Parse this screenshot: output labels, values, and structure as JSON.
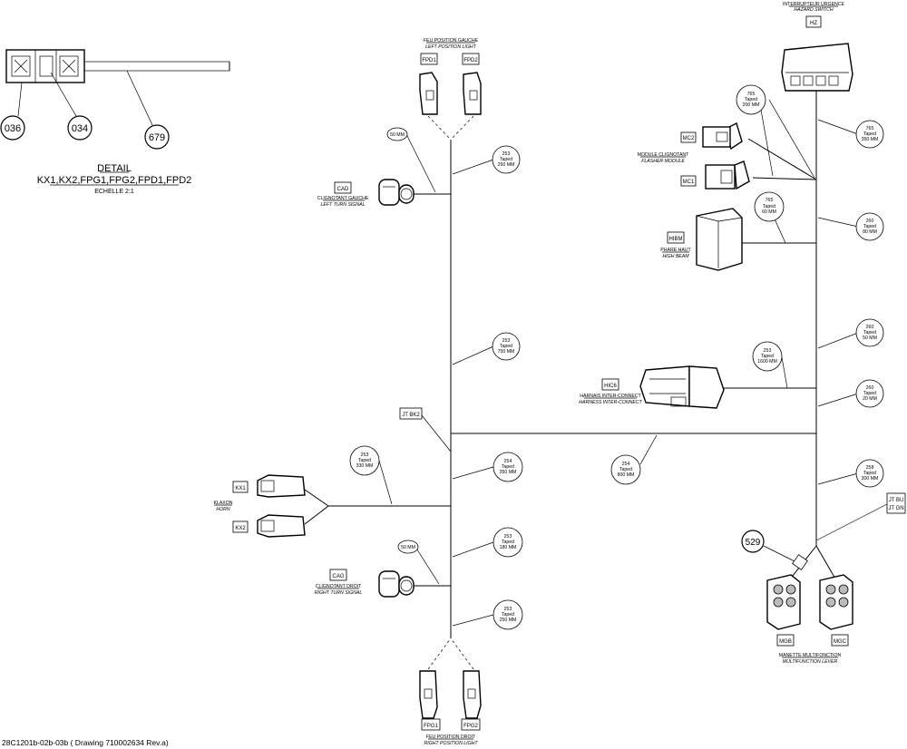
{
  "detail": {
    "title": "DETAIL",
    "subtitle": "KX1,KX2,FPG1,FPG2,FPD1,FPD2",
    "scale": "ECHELLE 2:1",
    "callouts": [
      "036",
      "034",
      "679"
    ]
  },
  "footer": "28C1201b-02b-03b ( Drawing 710002634 Rev.a)",
  "components": {
    "hz": {
      "code": "HZ",
      "fr": "INTERRUPTEUR URGENCE",
      "en": "HAZARD SWITCH"
    },
    "fpd": {
      "code1": "FPD1",
      "code2": "FPD2",
      "fr": "FEU POSITION GAUCHE",
      "en": "LEFT POSITION LIGHT"
    },
    "cad": {
      "code": "CAD",
      "fr": "CLIGNOTANT GAUCHE",
      "en": "LEFT TURN SIGNAL"
    },
    "mc": {
      "code1": "MC2",
      "code2": "MC1",
      "fr": "MODULE CLIGNOTANT",
      "en": "FLASHER MODULE"
    },
    "hibm": {
      "code": "HIBM",
      "fr": "PHARE HAUT",
      "en": "HIGH BEAM"
    },
    "hic6": {
      "code": "HIC6",
      "fr": "HARNAIS INTER-CONNECT",
      "en": "HARNESS INTER-CONNECT"
    },
    "jt": {
      "code": "JT BK2"
    },
    "klaxon": {
      "code1": "KX1",
      "code2": "KX2",
      "fr": "KLAXON",
      "en": "HORN"
    },
    "cag": {
      "code": "CAG",
      "fr": "CLIGNOTANT DROIT",
      "en": "RIGHT TURN SIGNAL"
    },
    "fpg": {
      "code1": "FPG1",
      "code2": "FPG2",
      "fr": "FEU POSITION DROIT",
      "en": "RIGHT POSITION LIGHT"
    },
    "jtbu": {
      "line1": "JT BU",
      "line2": "JT GN"
    },
    "mg": {
      "code1": "MGB",
      "code2": "MGC",
      "fr": "MANETTE MULTIFONCTION",
      "en": "MULTIFUNCTION LEVER"
    },
    "callout529": "529"
  },
  "tags": {
    "b765a": [
      "765",
      "Taped",
      "200 MM"
    ],
    "b765b": [
      "765",
      "Taped",
      "350 MM"
    ],
    "b765c": [
      "765",
      "Taped",
      "60 MM"
    ],
    "b260a": [
      "260",
      "Taped",
      "80 MM"
    ],
    "b260b": [
      "260",
      "Taped",
      "50 MM"
    ],
    "b260c": [
      "260",
      "Taped",
      "20 MM"
    ],
    "b253a": [
      "253",
      "Taped",
      "250 MM"
    ],
    "b253b": [
      "253",
      "Taped",
      "750 MM"
    ],
    "b253c": [
      "253",
      "Taped",
      "1600 MM"
    ],
    "b253d": [
      "253",
      "Taped",
      "330 MM"
    ],
    "b254a": [
      "254",
      "Taped",
      "350 MM"
    ],
    "b254b": [
      "254",
      "Taped",
      "800 MM"
    ],
    "b253e": [
      "253",
      "Taped",
      "180 MM"
    ],
    "b253f": [
      "253",
      "Taped",
      "250 MM"
    ],
    "b258": [
      "258",
      "Taped",
      "300 MM"
    ],
    "m50a": "50 MM",
    "m50b": "50 MM"
  }
}
